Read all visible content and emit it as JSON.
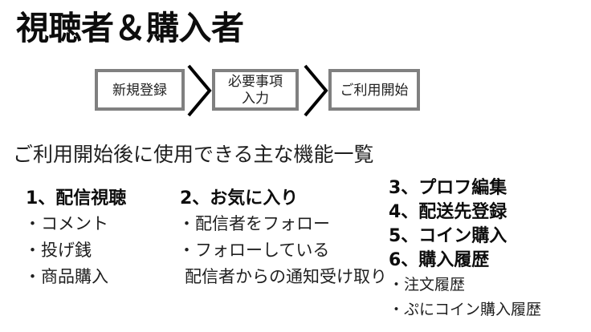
{
  "slide": {
    "title": "視聴者＆購入者",
    "subtitle": "ご利用開始後に使用できる主な機能一覧",
    "background_color": "#ffffff",
    "text_color": "#1f1f1f",
    "box_border_color": "#808080",
    "chevron_color": "#000000"
  },
  "flow": {
    "steps": [
      {
        "label": "新規登録"
      },
      {
        "label": "必要事項\n入力"
      },
      {
        "label": "ご利用開始"
      }
    ],
    "connectors": [
      {
        "name": "chevron-1"
      },
      {
        "name": "chevron-2"
      }
    ]
  },
  "features": {
    "column1": {
      "heading": "1、配信視聴",
      "items": [
        "・コメント",
        "・投げ銭",
        "・商品購入"
      ]
    },
    "column2": {
      "heading": "2、お気に入り",
      "items": [
        "・配信者をフォロー",
        "・フォローしている",
        "配信者からの通知受け取り"
      ]
    },
    "column3": {
      "headings": [
        "3、プロフ編集",
        "4、配送先登録",
        "5、コイン購入",
        "6、購入履歴"
      ],
      "items": [
        "・注文履歴",
        "・ぷにコイン購入履歴"
      ]
    }
  }
}
